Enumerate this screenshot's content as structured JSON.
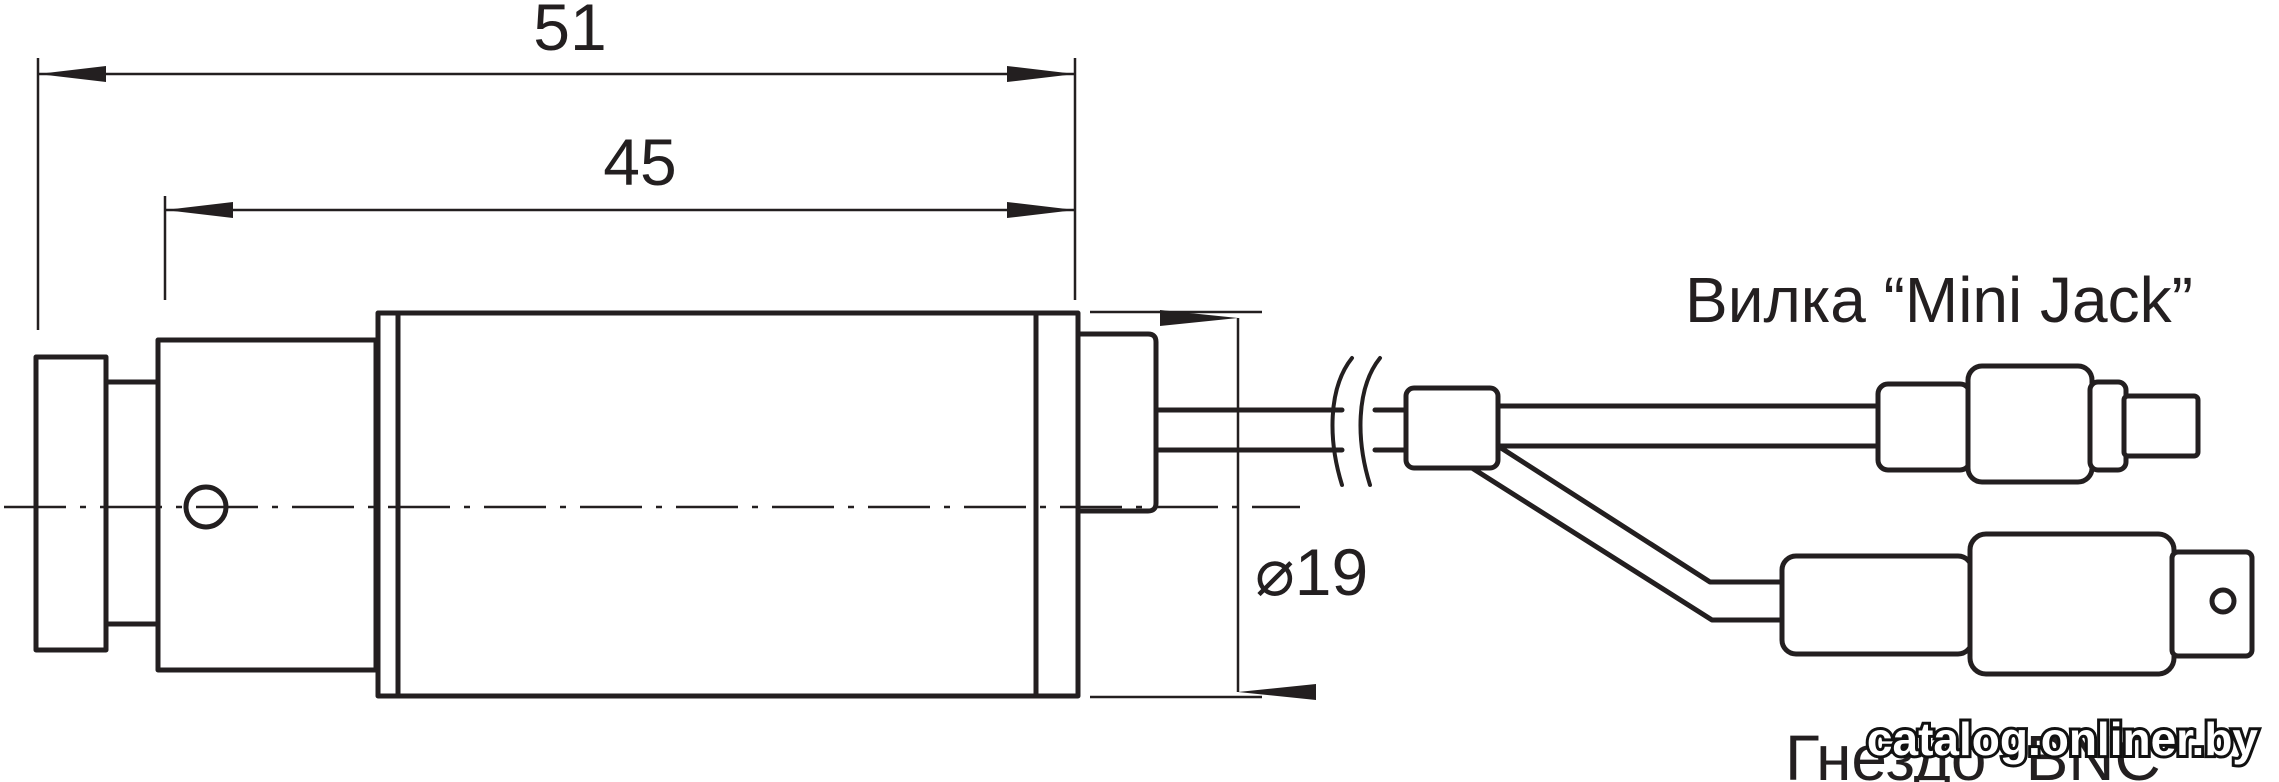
{
  "dimensions": {
    "overall_length": "51",
    "body_length": "45",
    "diameter": "⌀19"
  },
  "labels": {
    "plug": "Вилка “Mini Jack”",
    "socket": "Гнездо “BNC”"
  },
  "watermark": "catalog.onliner.by",
  "colors": {
    "line": "#231f20",
    "background": "#ffffff"
  }
}
